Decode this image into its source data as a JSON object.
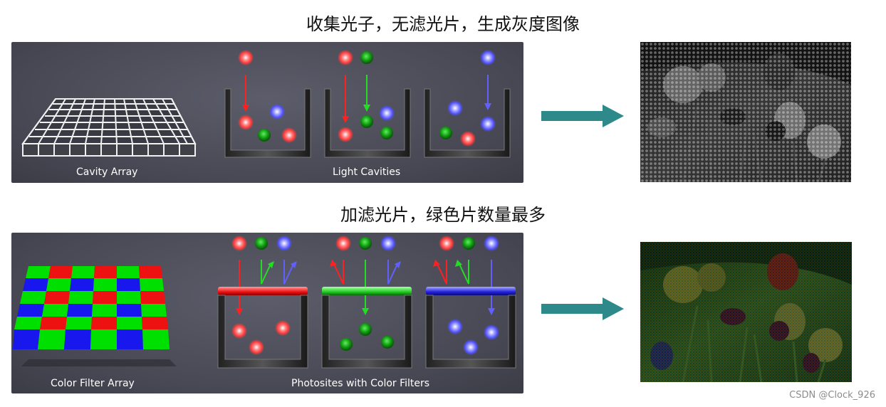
{
  "top": {
    "caption": "收集光子，无滤光片，生成灰度图像",
    "label_left": "Cavity Array",
    "label_right": "Light Cavities"
  },
  "bottom": {
    "caption": "加滤光片，绿色片数量最多",
    "label_left": "Color Filter Array",
    "label_right": "Photosites with Color Filters"
  },
  "watermark": "CSDN @Clock_926",
  "colors": {
    "red": "#ff3b3b",
    "green": "#20c020",
    "blue": "#6a6aff",
    "arrow": "#2e8a8a",
    "panel": "#4a4a56"
  }
}
